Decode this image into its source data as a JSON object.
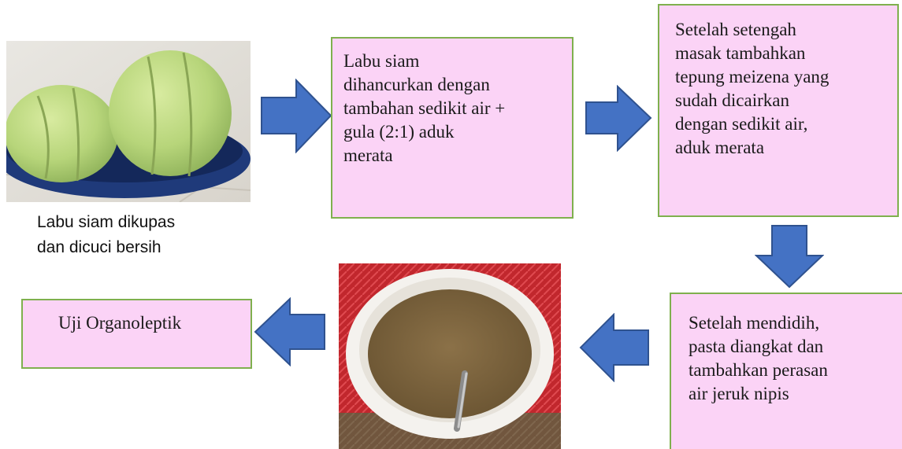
{
  "steps": {
    "step1_caption": [
      "Labu siam dikupas",
      "dan dicuci bersih"
    ],
    "step2": [
      "Labu siam",
      "dihancurkan dengan",
      "tambahan sedikit air +",
      "gula (2:1) aduk",
      "merata"
    ],
    "step3": [
      "Setelah setengah",
      "masak tambahkan",
      "tepung meizena yang",
      "sudah dicairkan",
      "dengan sedikit air,",
      "aduk merata"
    ],
    "step4": [
      "Setelah mendidih,",
      "pasta diangkat dan",
      "tambahkan perasan",
      "air jeruk nipis"
    ],
    "step5": [
      "Uji Organoleptik"
    ]
  },
  "colors": {
    "box_fill": "#fbd3f6",
    "box_border": "#7fb04e",
    "arrow_fill": "#4472c4",
    "arrow_stroke": "#2f528f"
  },
  "icons": {
    "photo1": "chayote-photo",
    "photo2": "paste-bowl-photo"
  }
}
